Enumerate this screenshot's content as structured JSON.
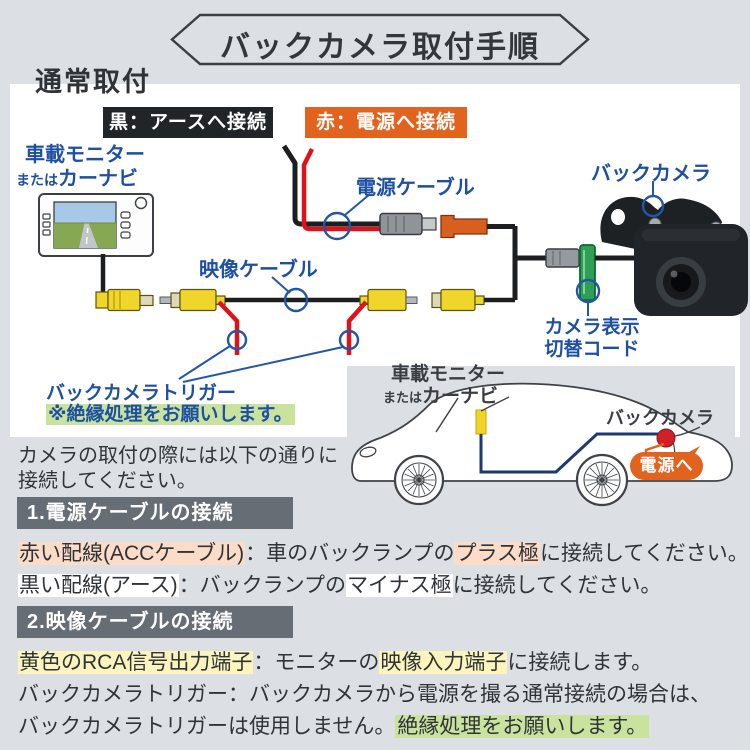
{
  "banner": {
    "title": "バックカメラ取付手順"
  },
  "section_heading": "通常取付",
  "diagram": {
    "black_tag": "黒：アースへ接続",
    "red_tag": "赤：電源へ接続",
    "monitor_label": {
      "line1": "車載モニター",
      "prefix": "または",
      "line2": "カーナビ"
    },
    "power_cable_label": "電源ケーブル",
    "back_camera_label": "バックカメラ",
    "video_cable_label": "映像ケーブル",
    "camera_switch_label": {
      "line1": "カメラ表示",
      "line2": "切替コード"
    },
    "trigger_label": "バックカメラトリガー",
    "trigger_note": "※絶縁処理をお願いします。"
  },
  "car": {
    "monitor_label": {
      "line1": "車載モニター",
      "prefix": "または",
      "line2": "カーナビ"
    },
    "back_camera_label": "バックカメラ",
    "power_badge": "電源へ"
  },
  "instructions": {
    "intro_line1": "カメラの取付の際には以下の通りに",
    "intro_line2": "接続してください。",
    "section1": {
      "title": "1.電源ケーブルの接続",
      "line1": {
        "hl1": "赤い配線(ACCケーブル)",
        "t1": "：車のバックランプの",
        "hl2": "プラス極",
        "t2": "に接続してください。"
      },
      "line2": {
        "hl1": "黒い配線(アース)",
        "t1": "：バックランプの",
        "hl2": "マイナス極",
        "t2": "に接続してください。"
      }
    },
    "section2": {
      "title": "2.映像ケーブルの接続",
      "line1": {
        "hl1": "黄色のRCA信号出力端子",
        "t1": "：モニターの",
        "hl2": "映像入力端子",
        "t2": "に接続します。"
      },
      "line2": "バックカメラトリガー：バックカメラから電源を撮る通常接続の場合は、",
      "line3": {
        "t1": "バックカメラトリガーは使用しません。",
        "hl1": "絶縁処理をお願いします。"
      }
    }
  },
  "colors": {
    "page_bg": "#dce0e5",
    "accent_orange": "#e2631d",
    "label_blue": "#1e50a2",
    "wire_red": "#df1119",
    "wire_black": "#1c1e20",
    "nav_cable_blue": "#1d3a70",
    "section_bar_gray": "#676d75",
    "highlight_green": "#c9e39f",
    "highlight_pink": "#fbdcc8",
    "highlight_yellow": "#fbf5bd",
    "rca_yellow": "#f0d52a",
    "connector_green": "#2f9e57"
  }
}
